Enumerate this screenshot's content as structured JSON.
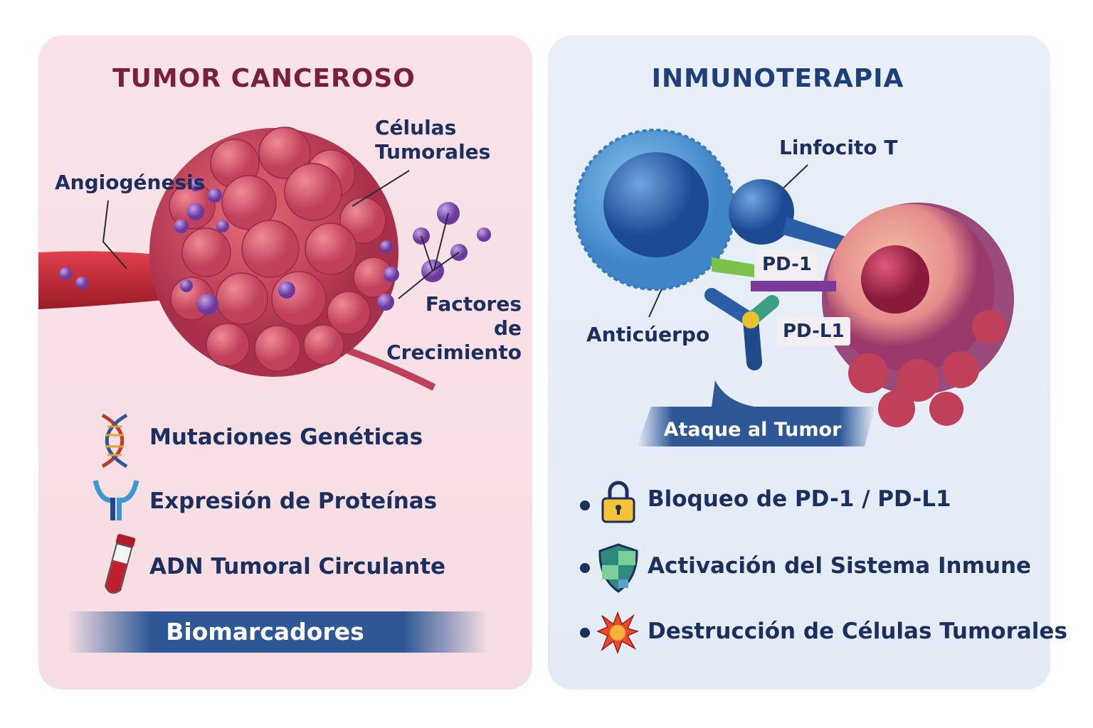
{
  "left": {
    "title": "TUMOR CANCEROSO",
    "labels": {
      "cells_line1": "Células",
      "cells_line2": "Tumorales",
      "angiogenesis": "Angiogénesis",
      "growth_line1": "Factores",
      "growth_line2": "de Crecimiento"
    },
    "items": [
      {
        "icon": "dna-icon",
        "label": "Mutaciones Genéticas"
      },
      {
        "icon": "protein-receptor-icon",
        "label": "Expresión de Proteínas"
      },
      {
        "icon": "blood-tube-icon",
        "label": "ADN Tumoral Circulante"
      }
    ],
    "band": "Biomarcadores"
  },
  "right": {
    "title": "INMUNOTERAPIA",
    "labels": {
      "t_cell": "Linfocito T",
      "pd1": "PD-1",
      "pdl1": "PD-L1",
      "antibody": "Anticúerpo",
      "attack": "Ataque al Tumor"
    },
    "items": [
      {
        "icon": "lock-icon",
        "label": "Bloqueo de PD-1 / PD-L1"
      },
      {
        "icon": "shield-icon",
        "label": "Activación del Sistema Inmune"
      },
      {
        "icon": "explosion-icon",
        "label": "Destrucción de Células Tumorales"
      }
    ]
  },
  "colors": {
    "left_bg": "#f8e1e6",
    "right_bg": "#e6eef8",
    "left_title": "#7a1f3d",
    "right_title": "#1e3f7a",
    "text": "#1c2f5e",
    "band": "#2e5796"
  }
}
